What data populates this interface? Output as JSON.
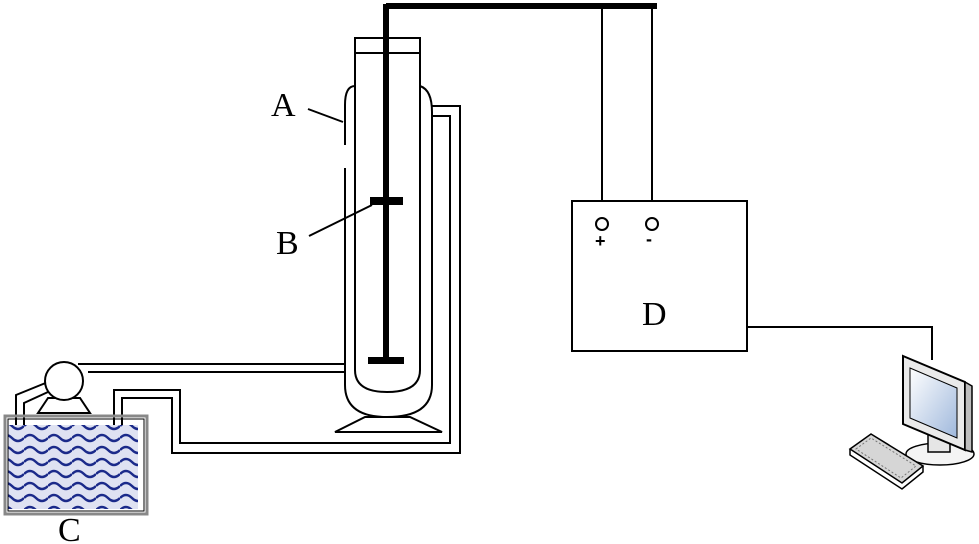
{
  "labels": {
    "a": "A",
    "b": "B",
    "c": "C",
    "d": "D"
  },
  "terminals": {
    "positive": "+",
    "negative": "-"
  },
  "colors": {
    "line": "#000000",
    "water": "#1b2a8a",
    "water_bg": "#dfe2f2",
    "screen": "#c9d9ef",
    "keyboard": "#d6d6d6"
  },
  "icons": {
    "computer": "computer-monitor-icon",
    "keyboard": "keyboard-icon",
    "pump": "pump-icon"
  }
}
